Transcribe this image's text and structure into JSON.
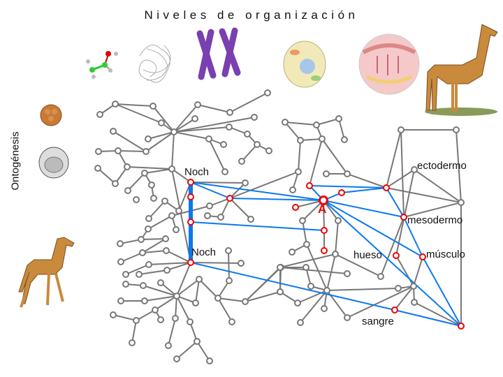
{
  "title": "Niveles de organización",
  "side_label": "Ontogénesis",
  "node_labels": {
    "noch_top": "Noch",
    "noch_bottom": "Noch",
    "a": "A",
    "ectodermo": "ectodermo",
    "mesodermo": "mesodermo",
    "hueso": "hueso",
    "musculo": "músculo",
    "sangre": "sangre"
  },
  "levels_images": [
    "molecule-icon",
    "protein-icon",
    "chromosome-icon",
    "cell-icon",
    "tissue-icon",
    "giraffe-adult-icon"
  ],
  "ontogeny_images": [
    "morula-icon",
    "blastula-icon",
    "giraffe-calf-icon"
  ],
  "colors": {
    "gray_edge": "#777777",
    "blue_edge": "#0a78f0",
    "highlight_node": "#ee0000"
  }
}
